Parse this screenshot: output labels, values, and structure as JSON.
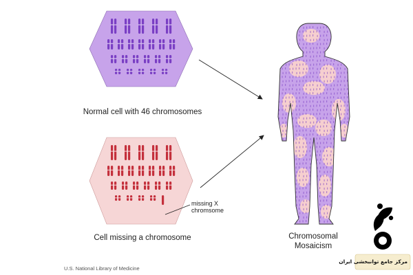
{
  "normal_cell": {
    "caption": "Normal cell with 46 chromosomes",
    "fill": "#c7a3ea",
    "chromosome_color": "#7a3fc4"
  },
  "missing_cell": {
    "caption": "Cell missing a chromosome",
    "fill": "#f6d6d6",
    "chromosome_color": "#c4303c",
    "annotation_line1": "missing X",
    "annotation_line2": "chromsome"
  },
  "body_figure": {
    "label_line1": "Chromosomal",
    "label_line2": "Mosaicism",
    "purple": "#c7a3ea",
    "pink": "#f6cfcf"
  },
  "credit": "U.S. National Library of Medicine",
  "logo": {
    "text": "مرکز جامع توانبخشی ایران",
    "icon": "rehab-center-logo"
  }
}
